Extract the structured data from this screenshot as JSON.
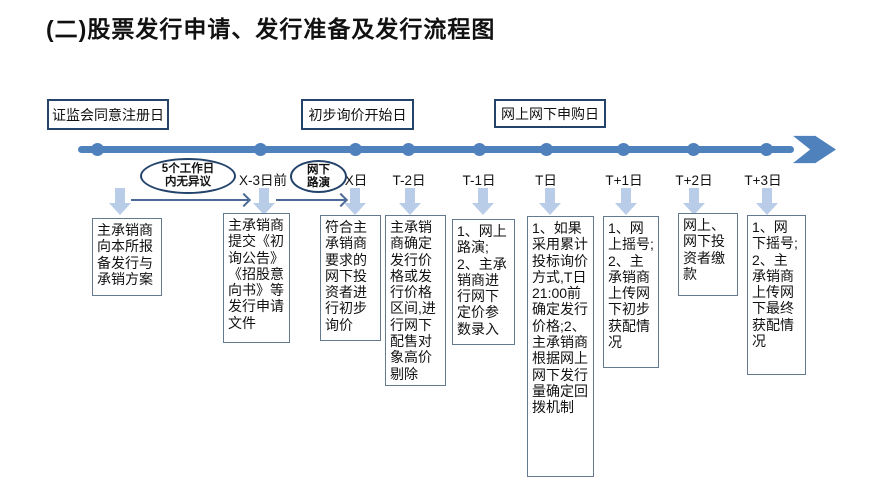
{
  "title": "(二)股票发行申请、发行准备及发行流程图",
  "milestones": [
    {
      "label": "证监会同意注册日"
    },
    {
      "label": "初步询价开始日"
    },
    {
      "label": "网上网下申购日"
    }
  ],
  "annotations": [
    {
      "line1": "5个工作日",
      "line2": "内无异议"
    },
    {
      "line1": "网下",
      "line2": "路演"
    }
  ],
  "timeline_labels": [
    "X-3日前",
    "X日",
    "T-2日",
    "T-1日",
    "T日",
    "T+1日",
    "T+2日",
    "T+3日"
  ],
  "process_boxes": [
    {
      "text": "主承销商向本所报备发行与承销方案"
    },
    {
      "text": "主承销商提交《初询公告》《招股意向书》等发行申请文件"
    },
    {
      "text": "符合主承销商要求的网下投资者进行初步询价"
    },
    {
      "text": "主承销商确定发行价格或发行价格区间,进行网下配售对象高价剔除"
    },
    {
      "text": "1、网上路演;2、主承销商进行网下定价参数录入"
    },
    {
      "text": "1、如果采用累计投标询价方式,T日21:00前确定发行价格;2、主承销商根据网上网下发行量确定回拨机制"
    },
    {
      "text": "1、网上摇号;2、主承销商上传网下初步获配情况"
    },
    {
      "text": "网上、网下投资者缴款"
    },
    {
      "text": "1、网下摇号;2、主承销商上传网下最终获配情况"
    }
  ],
  "colors": {
    "timeline_blue": "#4f81bd",
    "light_arrow_fill": "#b9cde8",
    "dark_box_border": "#24436b",
    "process_box_border": "#64788f",
    "connector_line": "#4b6a96"
  }
}
